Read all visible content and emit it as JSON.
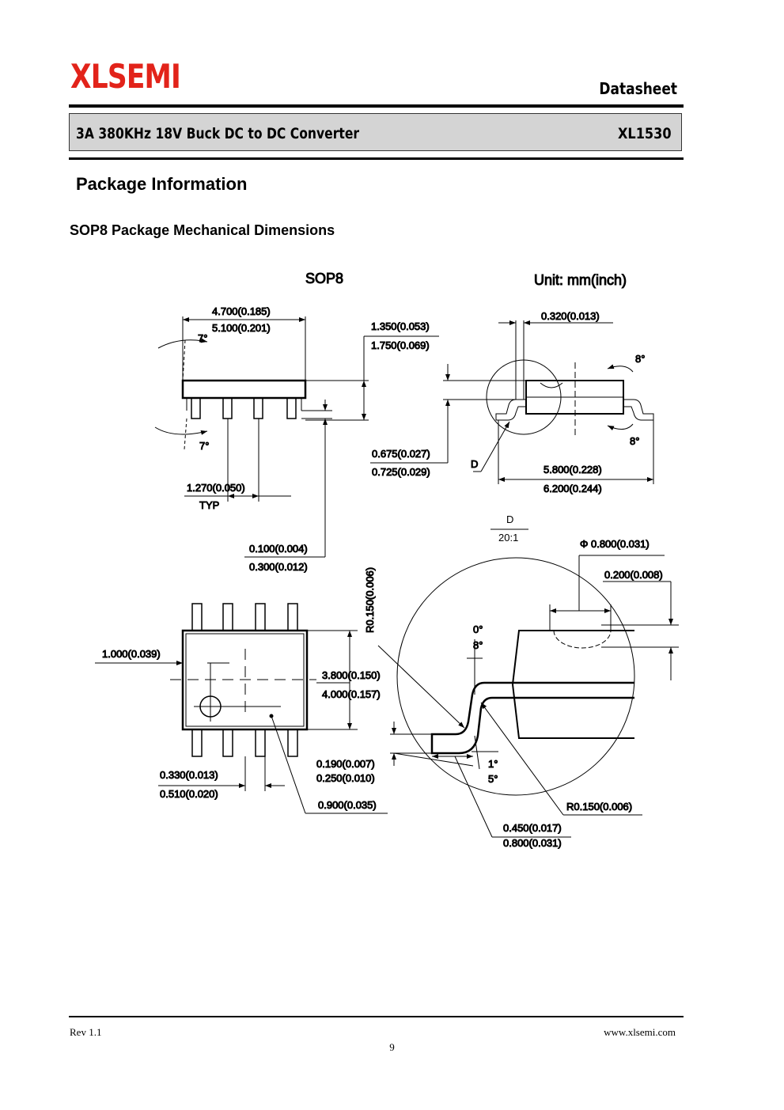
{
  "header": {
    "logo": "XLSEMI",
    "doc_type": "Datasheet",
    "product_title": "3A 380KHz 18V Buck DC to DC Converter",
    "part_number": "XL1530"
  },
  "section": {
    "title": "Package Information",
    "subtitle": "SOP8 Package Mechanical Dimensions"
  },
  "drawing": {
    "package": "SOP8",
    "unit": "Unit: mm(inch)",
    "dims": {
      "body_len_min": "4.700(0.185)",
      "body_len_max": "5.100(0.201)",
      "angle_7a": "7°",
      "angle_7b": "7°",
      "height_min": "1.350(0.053)",
      "height_max": "1.750(0.069)",
      "pitch": "1.270(0.050)",
      "pitch_typ": "TYP",
      "standoff_min": "0.100(0.004)",
      "standoff_max": "0.300(0.012)",
      "lead_thk": "0.320(0.013)",
      "angle_8a": "8°",
      "angle_8b": "8°",
      "lead_h_min": "0.675(0.027)",
      "lead_h_max": "0.725(0.029)",
      "detail_d": "D",
      "span_min": "5.800(0.228)",
      "span_max": "6.200(0.244)",
      "scale_d": "D",
      "scale_ratio": "20:1",
      "pin1_dia": "Φ 0.800(0.031)",
      "pin1_depth": "0.200(0.008)",
      "radius_top": "R0.150(0.006)",
      "angle_0": "0°",
      "angle_8c": "8°",
      "body_w_min": "3.800(0.150)",
      "body_w_max": "4.000(0.157)",
      "pin1_offset": "1.000(0.039)",
      "lead_w_min": "0.330(0.013)",
      "lead_w_max": "0.510(0.020)",
      "lead_t_min": "0.190(0.007)",
      "lead_t_max": "0.250(0.010)",
      "angle_1": "1°",
      "angle_5": "5°",
      "chamfer": "0.900(0.035)",
      "radius_bot": "R0.150(0.006)",
      "foot_min": "0.450(0.017)",
      "foot_max": "0.800(0.031)"
    }
  },
  "footer": {
    "rev": "Rev 1.1",
    "page": "9",
    "url": "www.xlsemi.com"
  }
}
